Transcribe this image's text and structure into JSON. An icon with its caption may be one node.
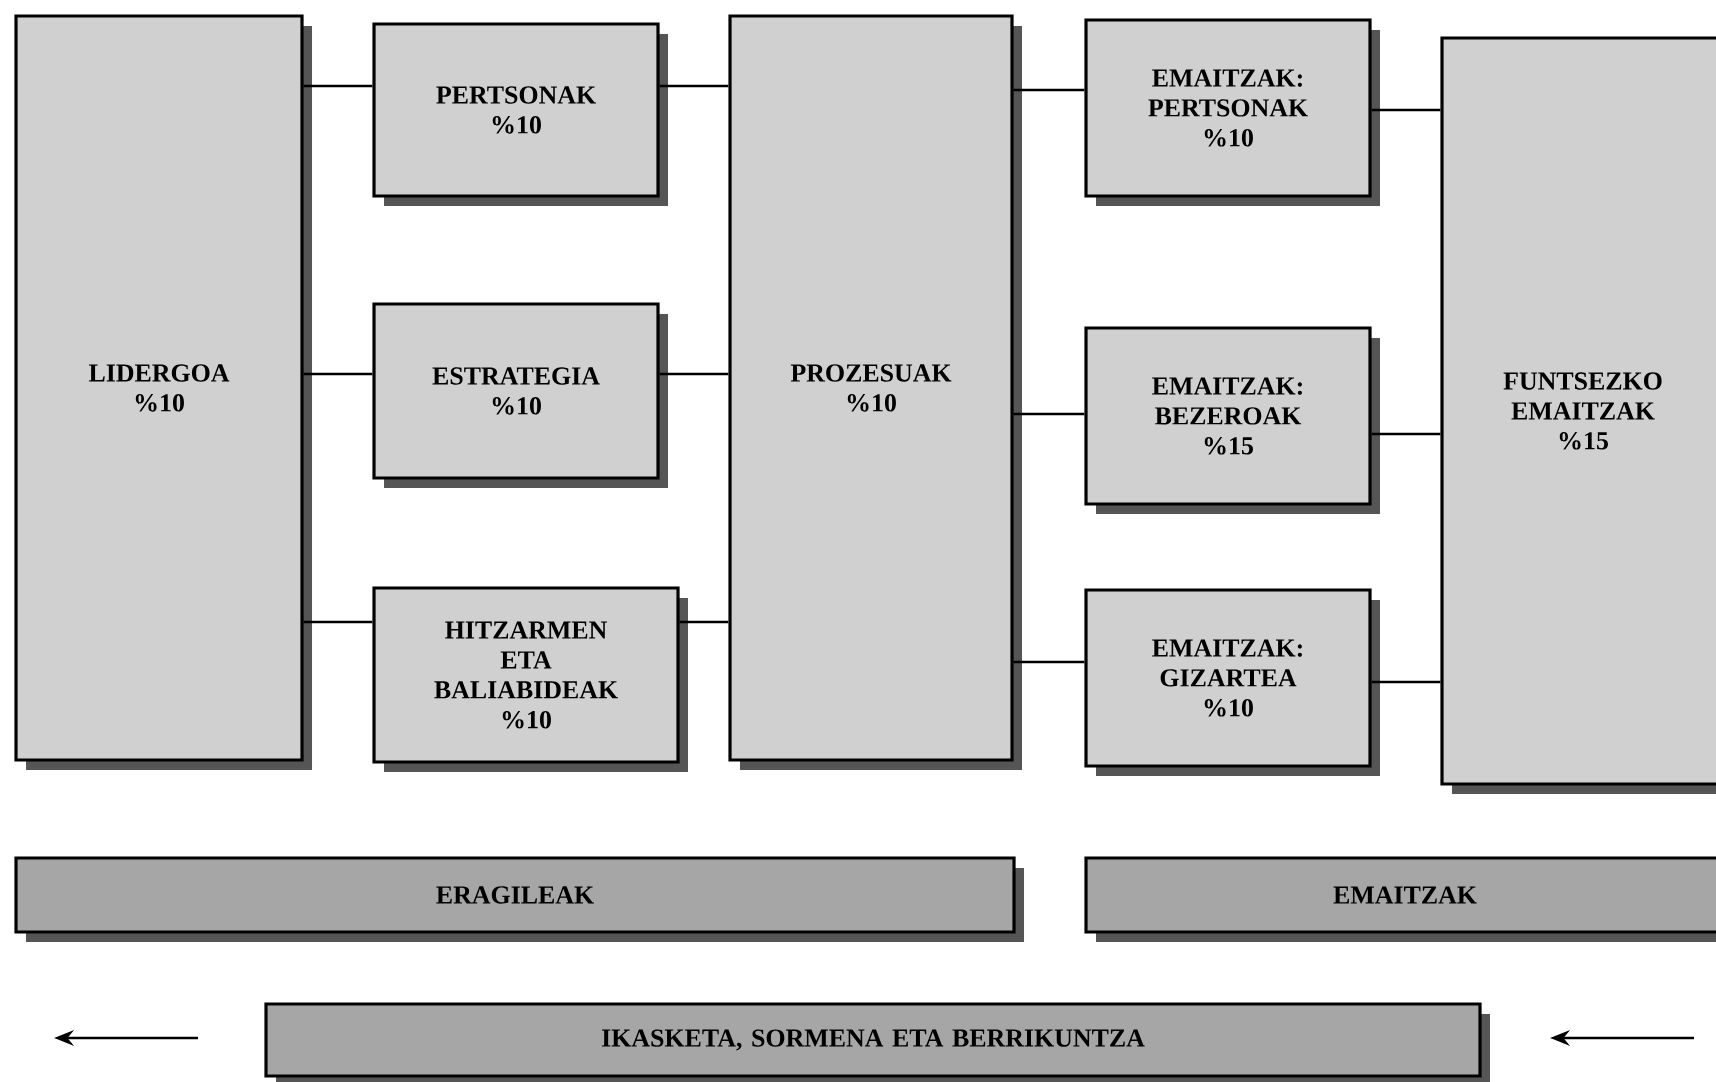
{
  "diagram": {
    "nodes": [
      {
        "text": [
          "LIDERGOA %10"
        ]
      },
      {
        "text": [
          "PERTSONAK %10"
        ]
      },
      {
        "text": [
          "ESTRATEGIA %10"
        ]
      },
      {
        "text": [
          "HITZARMEN ETA BALIABIDEAK %10"
        ]
      },
      {
        "text": [
          "PROZESUAK %10"
        ]
      },
      {
        "text": [
          "EMAITZAK: PERTSONAK %10"
        ]
      },
      {
        "text": [
          "EMAITZAK: BEZEROAK %15"
        ]
      },
      {
        "text": [
          "EMAITZAK: GIZARTEA %10"
        ]
      },
      {
        "text": [
          "FUNTSEZKO EMAITZAK %15"
        ]
      },
      {
        "text": [
          "ERAGILEAK"
        ]
      },
      {
        "text": [
          "EMAITZAK"
        ]
      },
      {
        "text": [
          "IKASKETA, SORMENA ETA BERRIKUNTZA"
        ]
      }
    ],
    "edges": [
      {
        "from": 0,
        "to": 1,
        "arrow": "none"
      },
      {
        "from": 0,
        "to": 2,
        "arrow": "none"
      },
      {
        "from": 0,
        "to": 3,
        "arrow": "none"
      },
      {
        "from": 1,
        "to": 4,
        "arrow": "none"
      },
      {
        "from": 2,
        "to": 4,
        "arrow": "none"
      },
      {
        "from": 3,
        "to": 4,
        "arrow": "none"
      },
      {
        "from": 4,
        "to": 5,
        "arrow": "none"
      },
      {
        "from": 4,
        "to": 6,
        "arrow": "none"
      },
      {
        "from": 4,
        "to": 7,
        "arrow": "none"
      },
      {
        "from": 5,
        "to": 8,
        "arrow": "none"
      },
      {
        "from": 6,
        "to": 8,
        "arrow": "none"
      },
      {
        "from": 7,
        "to": 8,
        "arrow": "none"
      }
    ]
  }
}
